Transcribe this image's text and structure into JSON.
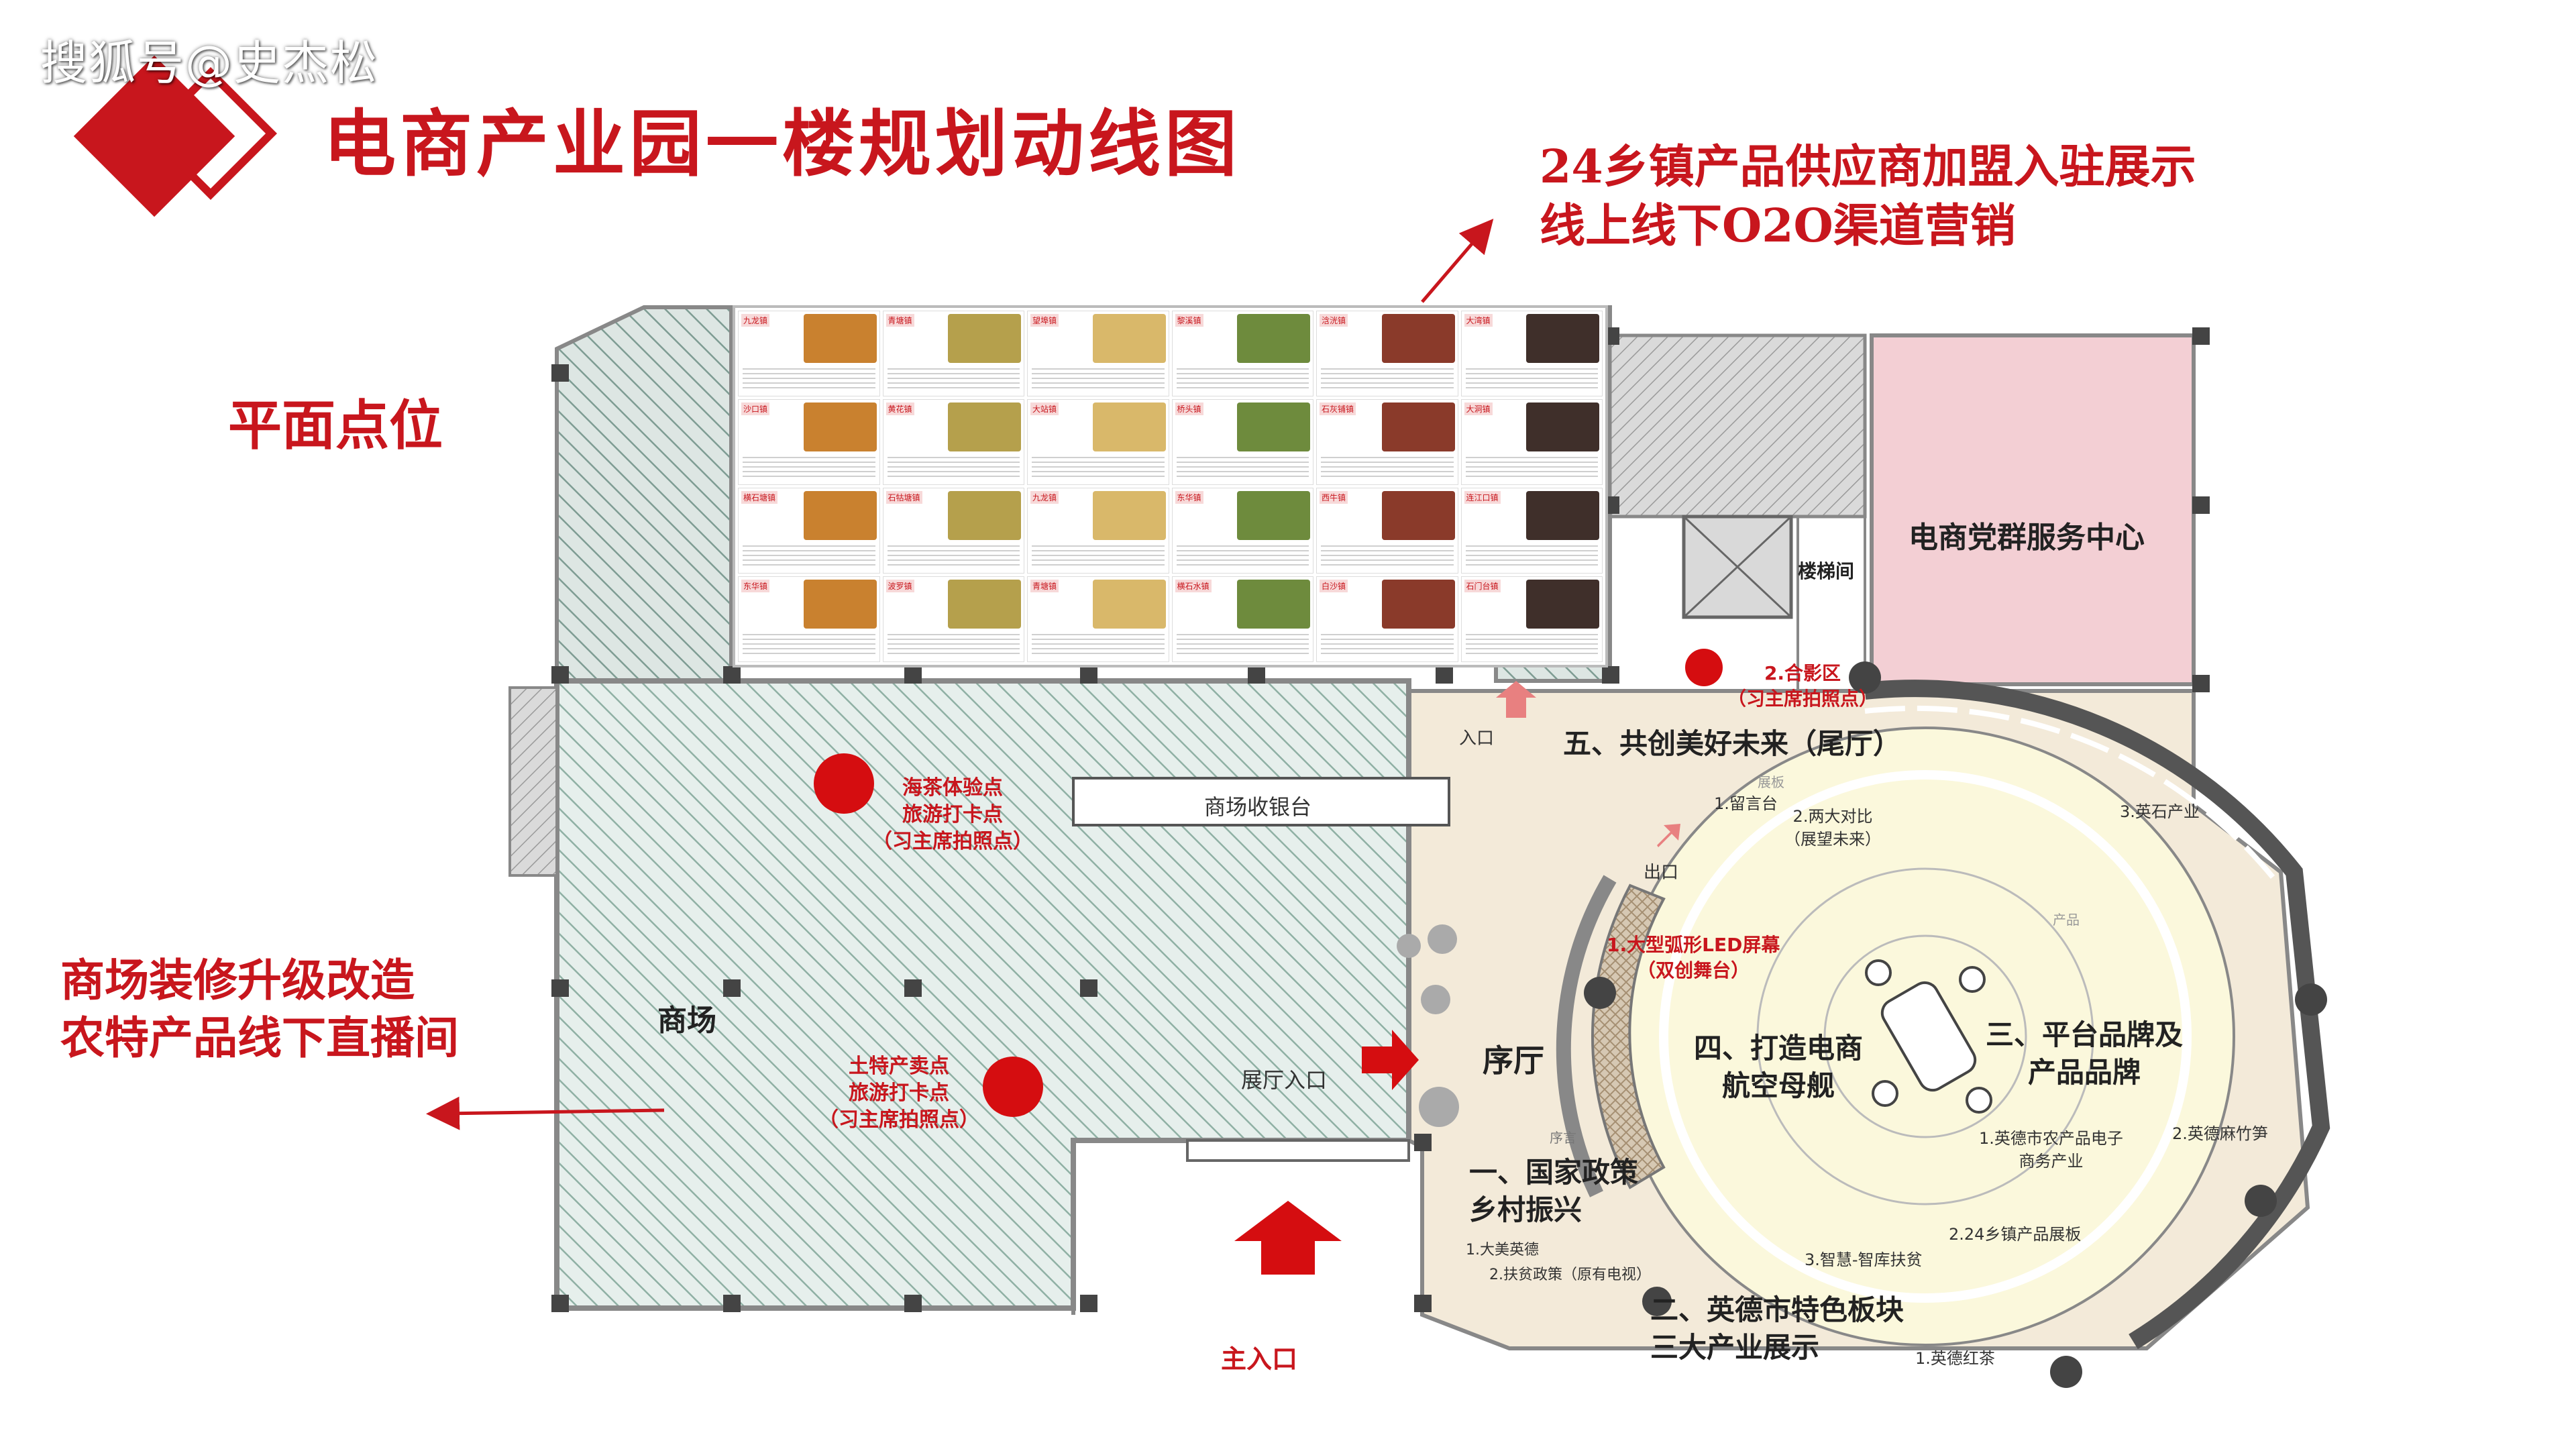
{
  "watermark": "搜狐号@史杰松",
  "title": "电商产业园一楼规划动线图",
  "annotation_top": [
    "24乡镇产品供应商加盟入驻展示",
    "线上线下O2O渠道营销"
  ],
  "annotation_left": [
    "商场装修升级改造",
    "农特产品线下直播间"
  ],
  "plane_label": "平面点位",
  "colors": {
    "accent_red": "#c8161d",
    "hatch_green": "#8fb0a4",
    "lobby_beige": "#f3ead9",
    "pink_zone": "#f3cfd4",
    "circle_yellow": "#fbf8dc"
  },
  "rooms": {
    "party_center": "电商党群服务中心",
    "stairs": "楼梯间",
    "mall": "商场",
    "cashier": "商场收银台",
    "foyer": "序厅",
    "hall_entrance": "展厅入口",
    "main_entrance": "主入口",
    "entrance": "入口",
    "exit": "出口"
  },
  "hotspots": {
    "tea": [
      "海茶体验点",
      "旅游打卡点",
      "（习主席拍照点）"
    ],
    "local": [
      "土特产卖点",
      "旅游打卡点",
      "（习主席拍照点）"
    ],
    "photo": [
      "2.合影区",
      "（习主席拍照点）"
    ],
    "led": [
      "1.大型弧形LED屏幕",
      "（双创舞台）"
    ]
  },
  "sections": {
    "s5": "五、共创美好未来（尾厅）",
    "s4": [
      "四、打造电商",
      "航空母舰"
    ],
    "s3": [
      "三、平台品牌及",
      "产品品牌"
    ],
    "s1": [
      "一、国家政策",
      "乡村振兴"
    ],
    "s2": [
      "二、英德市特色板块",
      "三大产业展示"
    ]
  },
  "items": {
    "message_board": "1.留言台",
    "compare": [
      "2.两大对比",
      "（展望未来）"
    ],
    "yingshi": "3.英石产业",
    "ecommerce": [
      "1.英德市农产品电子",
      "商务产业"
    ],
    "towns": "2.24乡镇产品展板",
    "smart": "3.智慧-智库扶贫",
    "bamboo": "2.英德麻竹笋",
    "tea_item": "1.英德红茶",
    "dames": "1.大美英德",
    "policy": "2.扶贫政策（原有电视）",
    "xuyan": "序言",
    "zhanban": "展板",
    "chanpin": "产品"
  },
  "town_panels": [
    "九龙镇",
    "青塘镇",
    "望埠镇",
    "黎溪镇",
    "浛洸镇",
    "大湾镇",
    "沙口镇",
    "黄花镇",
    "大站镇",
    "桥头镇",
    "石灰铺镇",
    "大洞镇",
    "横石塘镇",
    "石牯塘镇",
    "九龙镇",
    "东华镇",
    "西牛镇",
    "连江口镇",
    "东华镇",
    "波罗镇",
    "青塘镇",
    "横石水镇",
    "白沙镇",
    "石门台镇"
  ]
}
